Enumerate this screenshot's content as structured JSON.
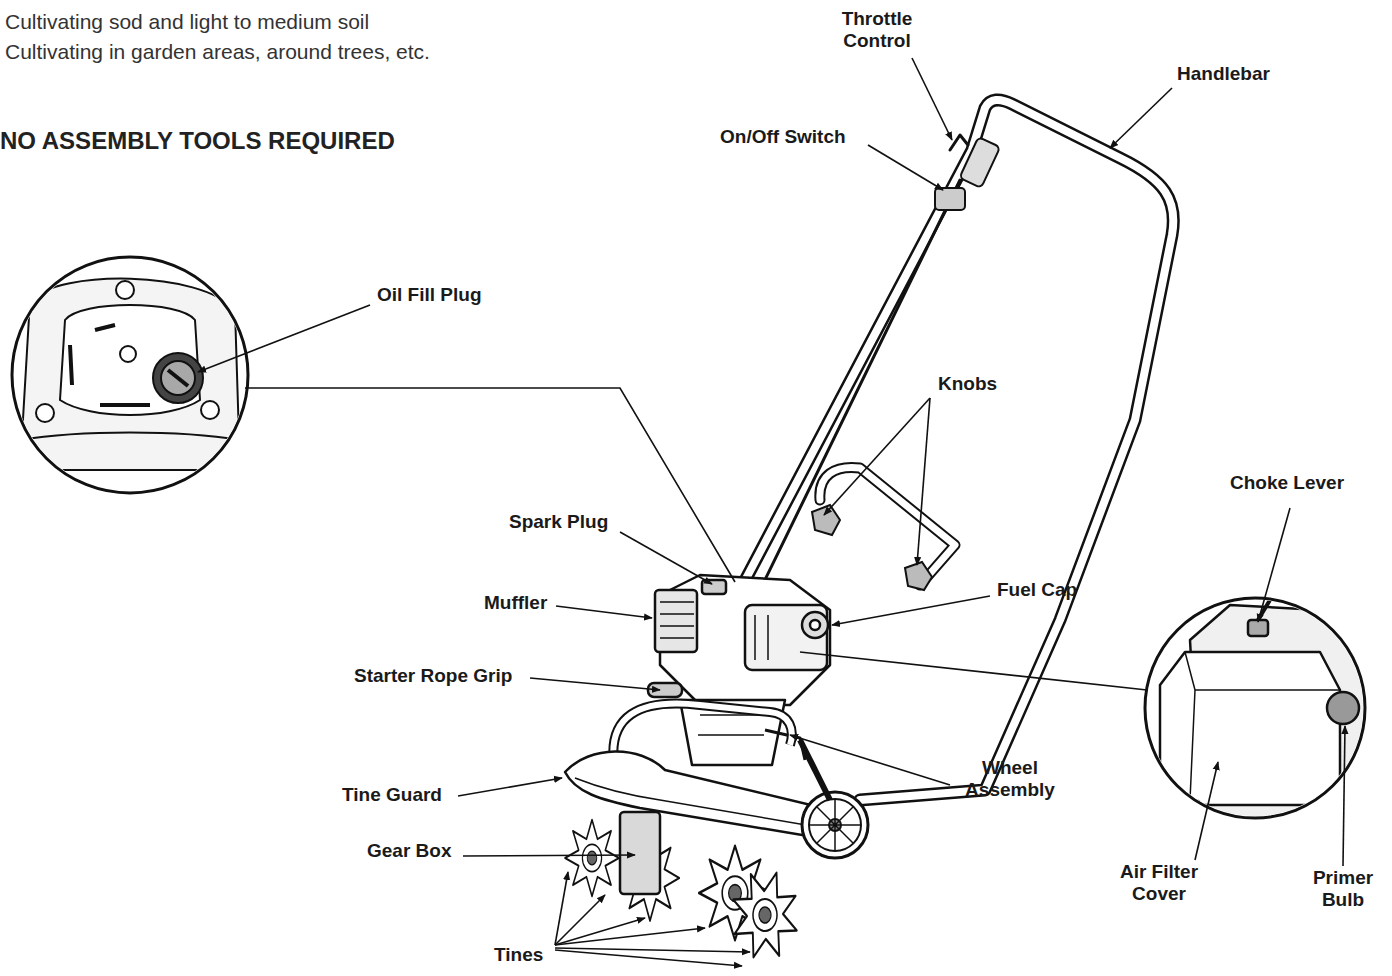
{
  "diagram": {
    "labels": [
      "Cultivating sod and light to medium soil",
      "Cultivating in garden areas, around trees, etc.",
      "NO ASSEMBLY TOOLS REQUIRED",
      "Throttle Control",
      "Handlebar",
      "On/Off Switch",
      "Oil Fill Plug",
      "Knobs",
      "Choke Lever",
      "Spark Plug",
      "Fuel Cap",
      "Muffler",
      "Starter Rope Grip",
      "Wheel Assembly",
      "Tine Guard",
      "Gear Box",
      "Air Filter Cover",
      "Primer Bulb",
      "Tines"
    ]
  }
}
